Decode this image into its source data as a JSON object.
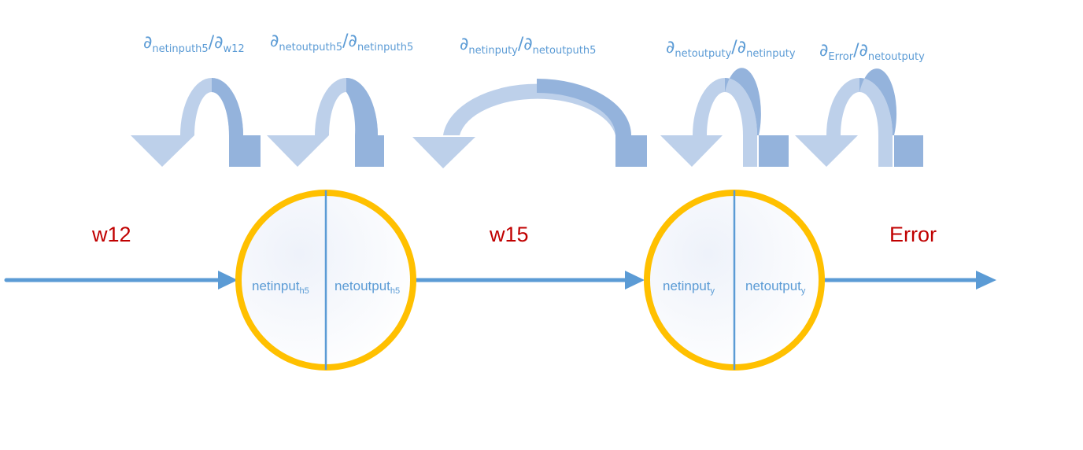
{
  "gradients": [
    {
      "d": "∂",
      "num": "netinputh5",
      "slash": "/",
      "d2": "∂",
      "den": "w12"
    },
    {
      "d": "∂",
      "num": "netoutputh5",
      "slash": "/",
      "d2": "∂",
      "den": "netinputh5"
    },
    {
      "d": "∂",
      "num": "netinputy",
      "slash": "/",
      "d2": "∂",
      "den": "netoutputh5"
    },
    {
      "d": "∂",
      "num": "netoutputy",
      "slash": "/",
      "d2": "∂",
      "den": "netinputy"
    },
    {
      "d": "∂",
      "num": "Error",
      "slash": "/",
      "d2": "∂",
      "den": "netoutputy"
    }
  ],
  "edges": {
    "w12": "w12",
    "w15": "w15",
    "error": "Error"
  },
  "nodes": [
    {
      "in_label": "netinput",
      "in_sub": "h5",
      "out_label": "netoutput",
      "out_sub": "h5"
    },
    {
      "in_label": "netinput",
      "in_sub": "y",
      "out_label": "netoutput",
      "out_sub": "y"
    }
  ],
  "colors": {
    "flow_arrow": "#5b9bd5",
    "node_ring": "#ffc000",
    "weight_text": "#c00000",
    "curved_arrow_light": "#bdd0ea",
    "curved_arrow_dark": "#94b3dc"
  }
}
